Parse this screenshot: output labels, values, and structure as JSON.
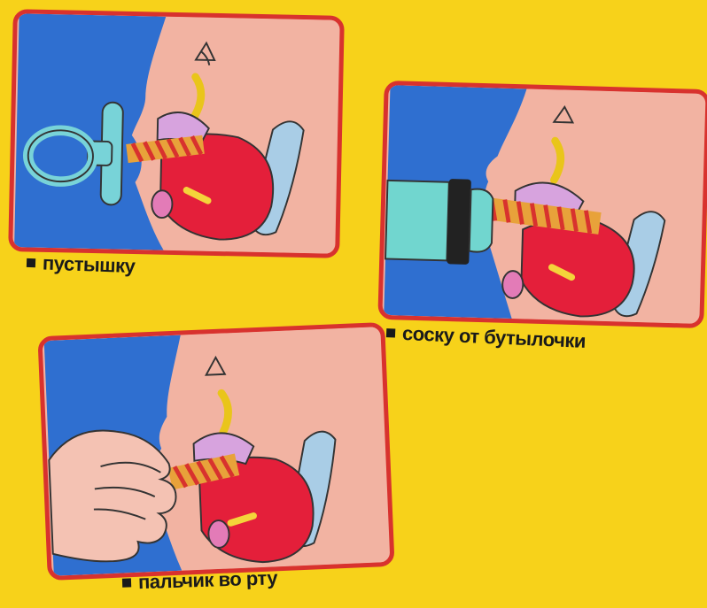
{
  "panels": [
    {
      "caption": "пустышку",
      "object": "pacifier"
    },
    {
      "caption": "соску от бутылочки",
      "object": "bottle-nipple"
    },
    {
      "caption": "пальчик во рту",
      "object": "thumb"
    }
  ],
  "colors": {
    "background": "#f7d21a",
    "frame": "#d8322e",
    "sky": "#2f6fd0",
    "skin": "#f2b3a2",
    "tongue": "#e41f3a",
    "stripe": "#e8a23a",
    "ear": "#a9cde6",
    "pacifier": "#78d3d8",
    "bottle": "#71d6cf"
  }
}
